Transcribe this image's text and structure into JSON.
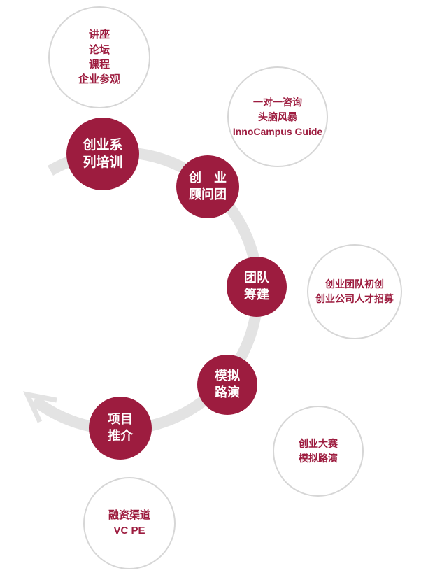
{
  "colors": {
    "accent": "#9d1c3f",
    "arc": "#e3e3e3",
    "satellite_border": "#d6d6d6",
    "background": "#ffffff"
  },
  "diagram": {
    "stages": [
      {
        "lines": [
          "创业系",
          "列培训"
        ]
      },
      {
        "lines": [
          "创　业",
          "顾问团"
        ]
      },
      {
        "lines": [
          "团队",
          "筹建"
        ]
      },
      {
        "lines": [
          "模拟",
          "路演"
        ]
      },
      {
        "lines": [
          "项目",
          "推介"
        ]
      }
    ],
    "satellites": [
      {
        "lines": [
          "讲座",
          "论坛",
          "课程",
          "企业参观"
        ]
      },
      {
        "lines": [
          "一对一咨询",
          "头脑风暴",
          "InnoCampus Guide"
        ]
      },
      {
        "lines": [
          "创业团队初创",
          "创业公司人才招募"
        ]
      },
      {
        "lines": [
          "创业大赛",
          "模拟路演"
        ]
      },
      {
        "lines": [
          "融资渠道",
          "VC PE"
        ]
      }
    ]
  }
}
